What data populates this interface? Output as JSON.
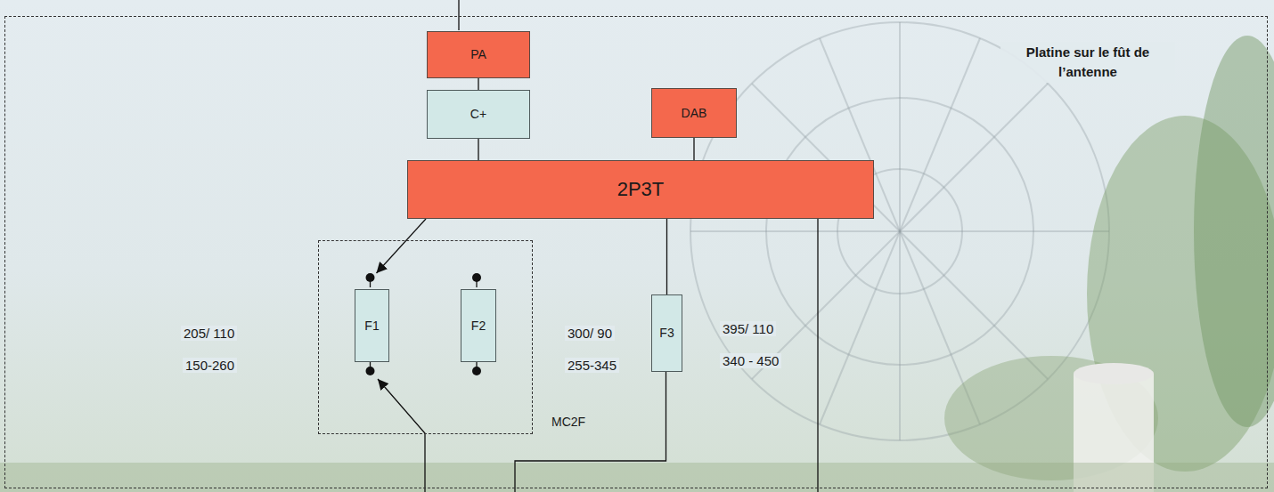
{
  "diagram": {
    "nodes": [
      {
        "text": [
          "Platine sur le fût de l’antenne"
        ]
      },
      {
        "text": [
          "PA"
        ],
        "in": 0
      },
      {
        "text": [
          "C+"
        ],
        "in": 0
      },
      {
        "text": [
          "DAB"
        ],
        "in": 0
      },
      {
        "text": [
          "2P3T"
        ],
        "in": 0
      },
      {
        "text": [
          "MC2F"
        ],
        "in": 0
      },
      {
        "text": [
          "F1"
        ],
        "in": 5
      },
      {
        "text": [
          "F2"
        ],
        "in": 5
      },
      {
        "text": [
          "F3"
        ],
        "in": 0
      }
    ],
    "edges": [
      {
        "from": 1,
        "to": 2,
        "arrow": "none"
      },
      {
        "from": 2,
        "to": 4,
        "arrow": "none"
      },
      {
        "from": 3,
        "to": 4,
        "arrow": "none"
      },
      {
        "from": 4,
        "to": 6,
        "arrow": "to"
      },
      {
        "from": 4,
        "to": 8,
        "arrow": "none"
      }
    ],
    "labels": [
      "205/ 110",
      "150-260",
      "300/ 90",
      "255-345",
      "395/ 110",
      "340 - 450"
    ]
  }
}
